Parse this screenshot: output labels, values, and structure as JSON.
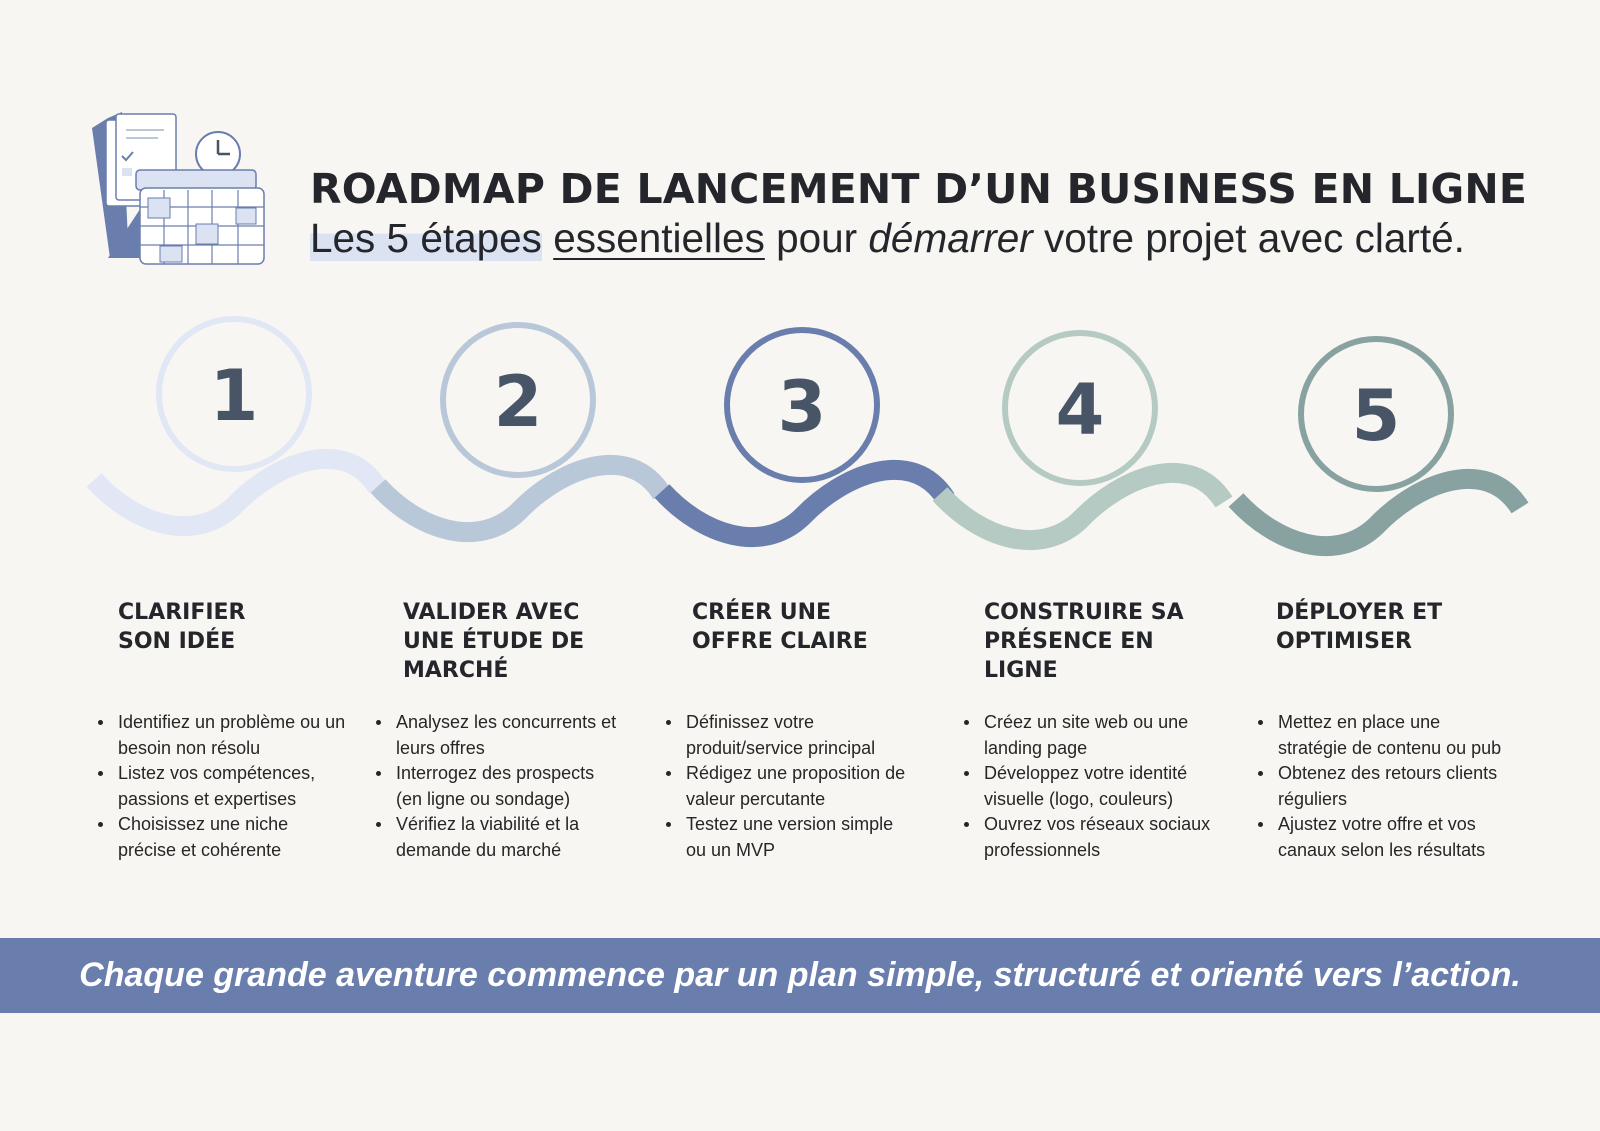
{
  "header": {
    "title": "ROADMAP DE LANCEMENT D’UN BUSINESS EN LIGNE",
    "subtitle_part1": "Les 5 étapes",
    "subtitle_part2": " ",
    "subtitle_part3": "essentielles",
    "subtitle_part4": " pour ",
    "subtitle_part5": "démarrer",
    "subtitle_part6": " votre projet avec clarté."
  },
  "steps": [
    {
      "number": "1",
      "title": "CLARIFIER\nSON IDÉE",
      "color": "#e1e7f4",
      "bullets": [
        "Identifiez un problème ou un besoin non résolu",
        "Listez vos compétences, passions et expertises",
        "Choisissez une niche précise et cohérente"
      ]
    },
    {
      "number": "2",
      "title": "VALIDER AVEC\nUNE ÉTUDE DE\nMARCHÉ",
      "color": "#b9c8d9",
      "bullets": [
        "Analysez les concurrents et leurs offres",
        "Interrogez des prospects (en ligne ou sondage)",
        "Vérifiez la viabilité et la demande du marché"
      ]
    },
    {
      "number": "3",
      "title": "CRÉER UNE\nOFFRE CLAIRE",
      "color": "#6a7eae",
      "bullets": [
        "Définissez votre produit/service principal",
        "Rédigez une proposition de valeur percutante",
        "Testez une version simple ou un MVP"
      ]
    },
    {
      "number": "4",
      "title": "CONSTRUIRE SA\nPRÉSENCE EN\nLIGNE",
      "color": "#b5cac2",
      "bullets": [
        "Créez un site web ou une landing page",
        "Développez votre identité visuelle (logo, couleurs)",
        "Ouvrez vos réseaux sociaux professionnels"
      ]
    },
    {
      "number": "5",
      "title": "DÉPLOYER ET\nOPTIMISER",
      "color": "#87a2a0",
      "bullets": [
        "Mettez en place une stratégie de contenu ou pub",
        "Obtenez des retours clients réguliers",
        " Ajustez votre offre et vos canaux selon les résultats"
      ]
    }
  ],
  "banner": {
    "text": "Chaque grande aventure commence par un plan simple, structuré et orienté vers l’action.",
    "color": "#6a7eae"
  },
  "icons": [
    "calendar-clock-illustration"
  ]
}
